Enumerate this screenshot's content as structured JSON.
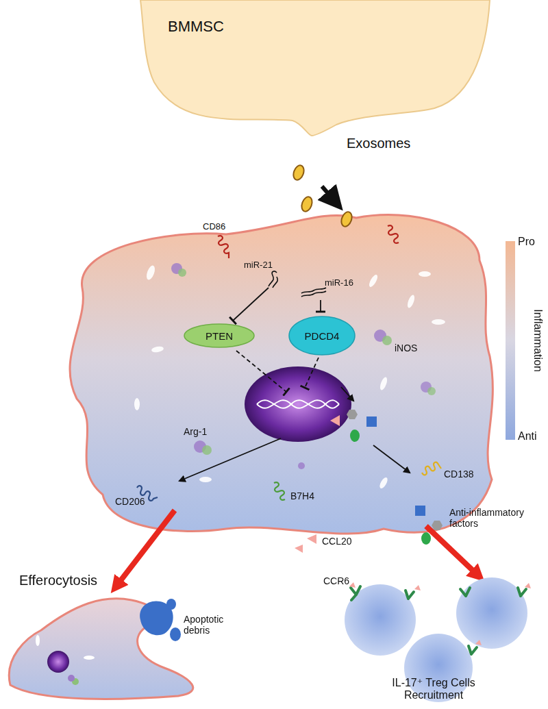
{
  "diagram": {
    "nodes": [
      {
        "text": [
          "BMMSC"
        ]
      },
      {
        "text": [
          "PTEN"
        ]
      },
      {
        "text": [
          "PDCD4"
        ]
      }
    ],
    "labels": [
      "Exosomes",
      "CD86",
      "miR-21",
      "miR-16",
      "iNOS",
      "Arg-1",
      "CD206",
      "B7H4",
      "CD138",
      "Anti-inflammatory factors",
      "CCL20",
      "Pro",
      "Inflammation",
      "Anti",
      "Efferocytosis",
      "Apoptotic debris",
      "CCR6",
      "IL-17⁺ Treg Cells Recruitment"
    ]
  }
}
